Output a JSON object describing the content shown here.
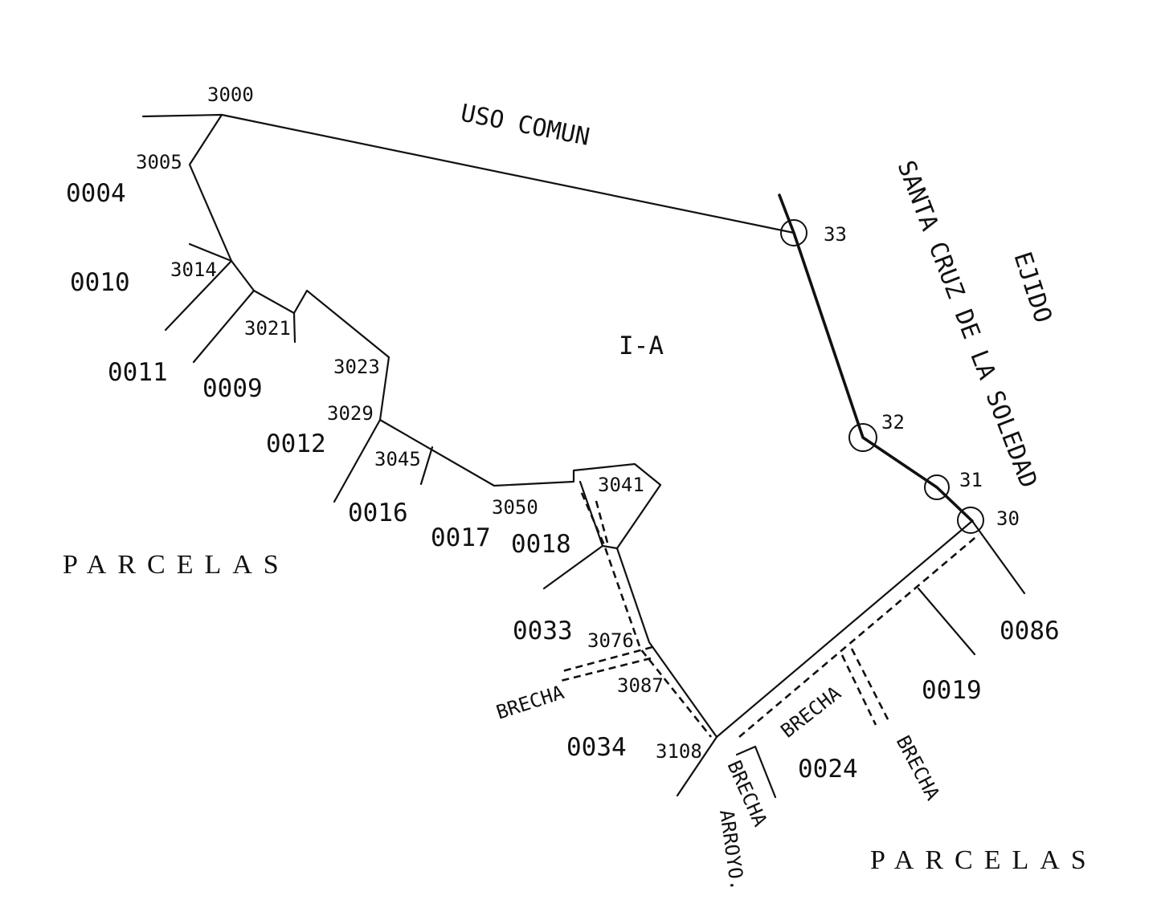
{
  "labels": {
    "uso_comun": "USO COMUN",
    "ejido": "EJIDO",
    "santa_cruz": "SANTA CRUZ DE LA SOLEDAD",
    "parcelas": "PARCELAS",
    "zone": "I-A",
    "brecha": "BRECHA",
    "arroyo": "ARROYO."
  },
  "vertices": {
    "v3000": "3000",
    "v3005": "3005",
    "v3014": "3014",
    "v3021": "3021",
    "v3023": "3023",
    "v3029": "3029",
    "v3045": "3045",
    "v3050": "3050",
    "v3041": "3041",
    "v3076": "3076",
    "v3087": "3087",
    "v3108": "3108",
    "v33": "33",
    "v32": "32",
    "v31": "31",
    "v30": "30"
  },
  "parcels": {
    "p0004": "0004",
    "p0010": "0010",
    "p0011": "0011",
    "p0009": "0009",
    "p0012": "0012",
    "p0016": "0016",
    "p0017": "0017",
    "p0018": "0018",
    "p0033": "0033",
    "p0034": "0034",
    "p0024": "0024",
    "p0019": "0019",
    "p0086": "0086"
  }
}
